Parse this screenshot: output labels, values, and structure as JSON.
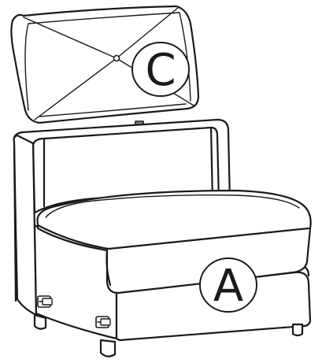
{
  "callouts": {
    "back_cushion": {
      "label": "C"
    },
    "seat_base": {
      "label": "A"
    }
  },
  "arrow": {
    "direction": "down",
    "color": "#808080"
  },
  "colors": {
    "line": "#1a1a1a",
    "background": "#ffffff"
  }
}
